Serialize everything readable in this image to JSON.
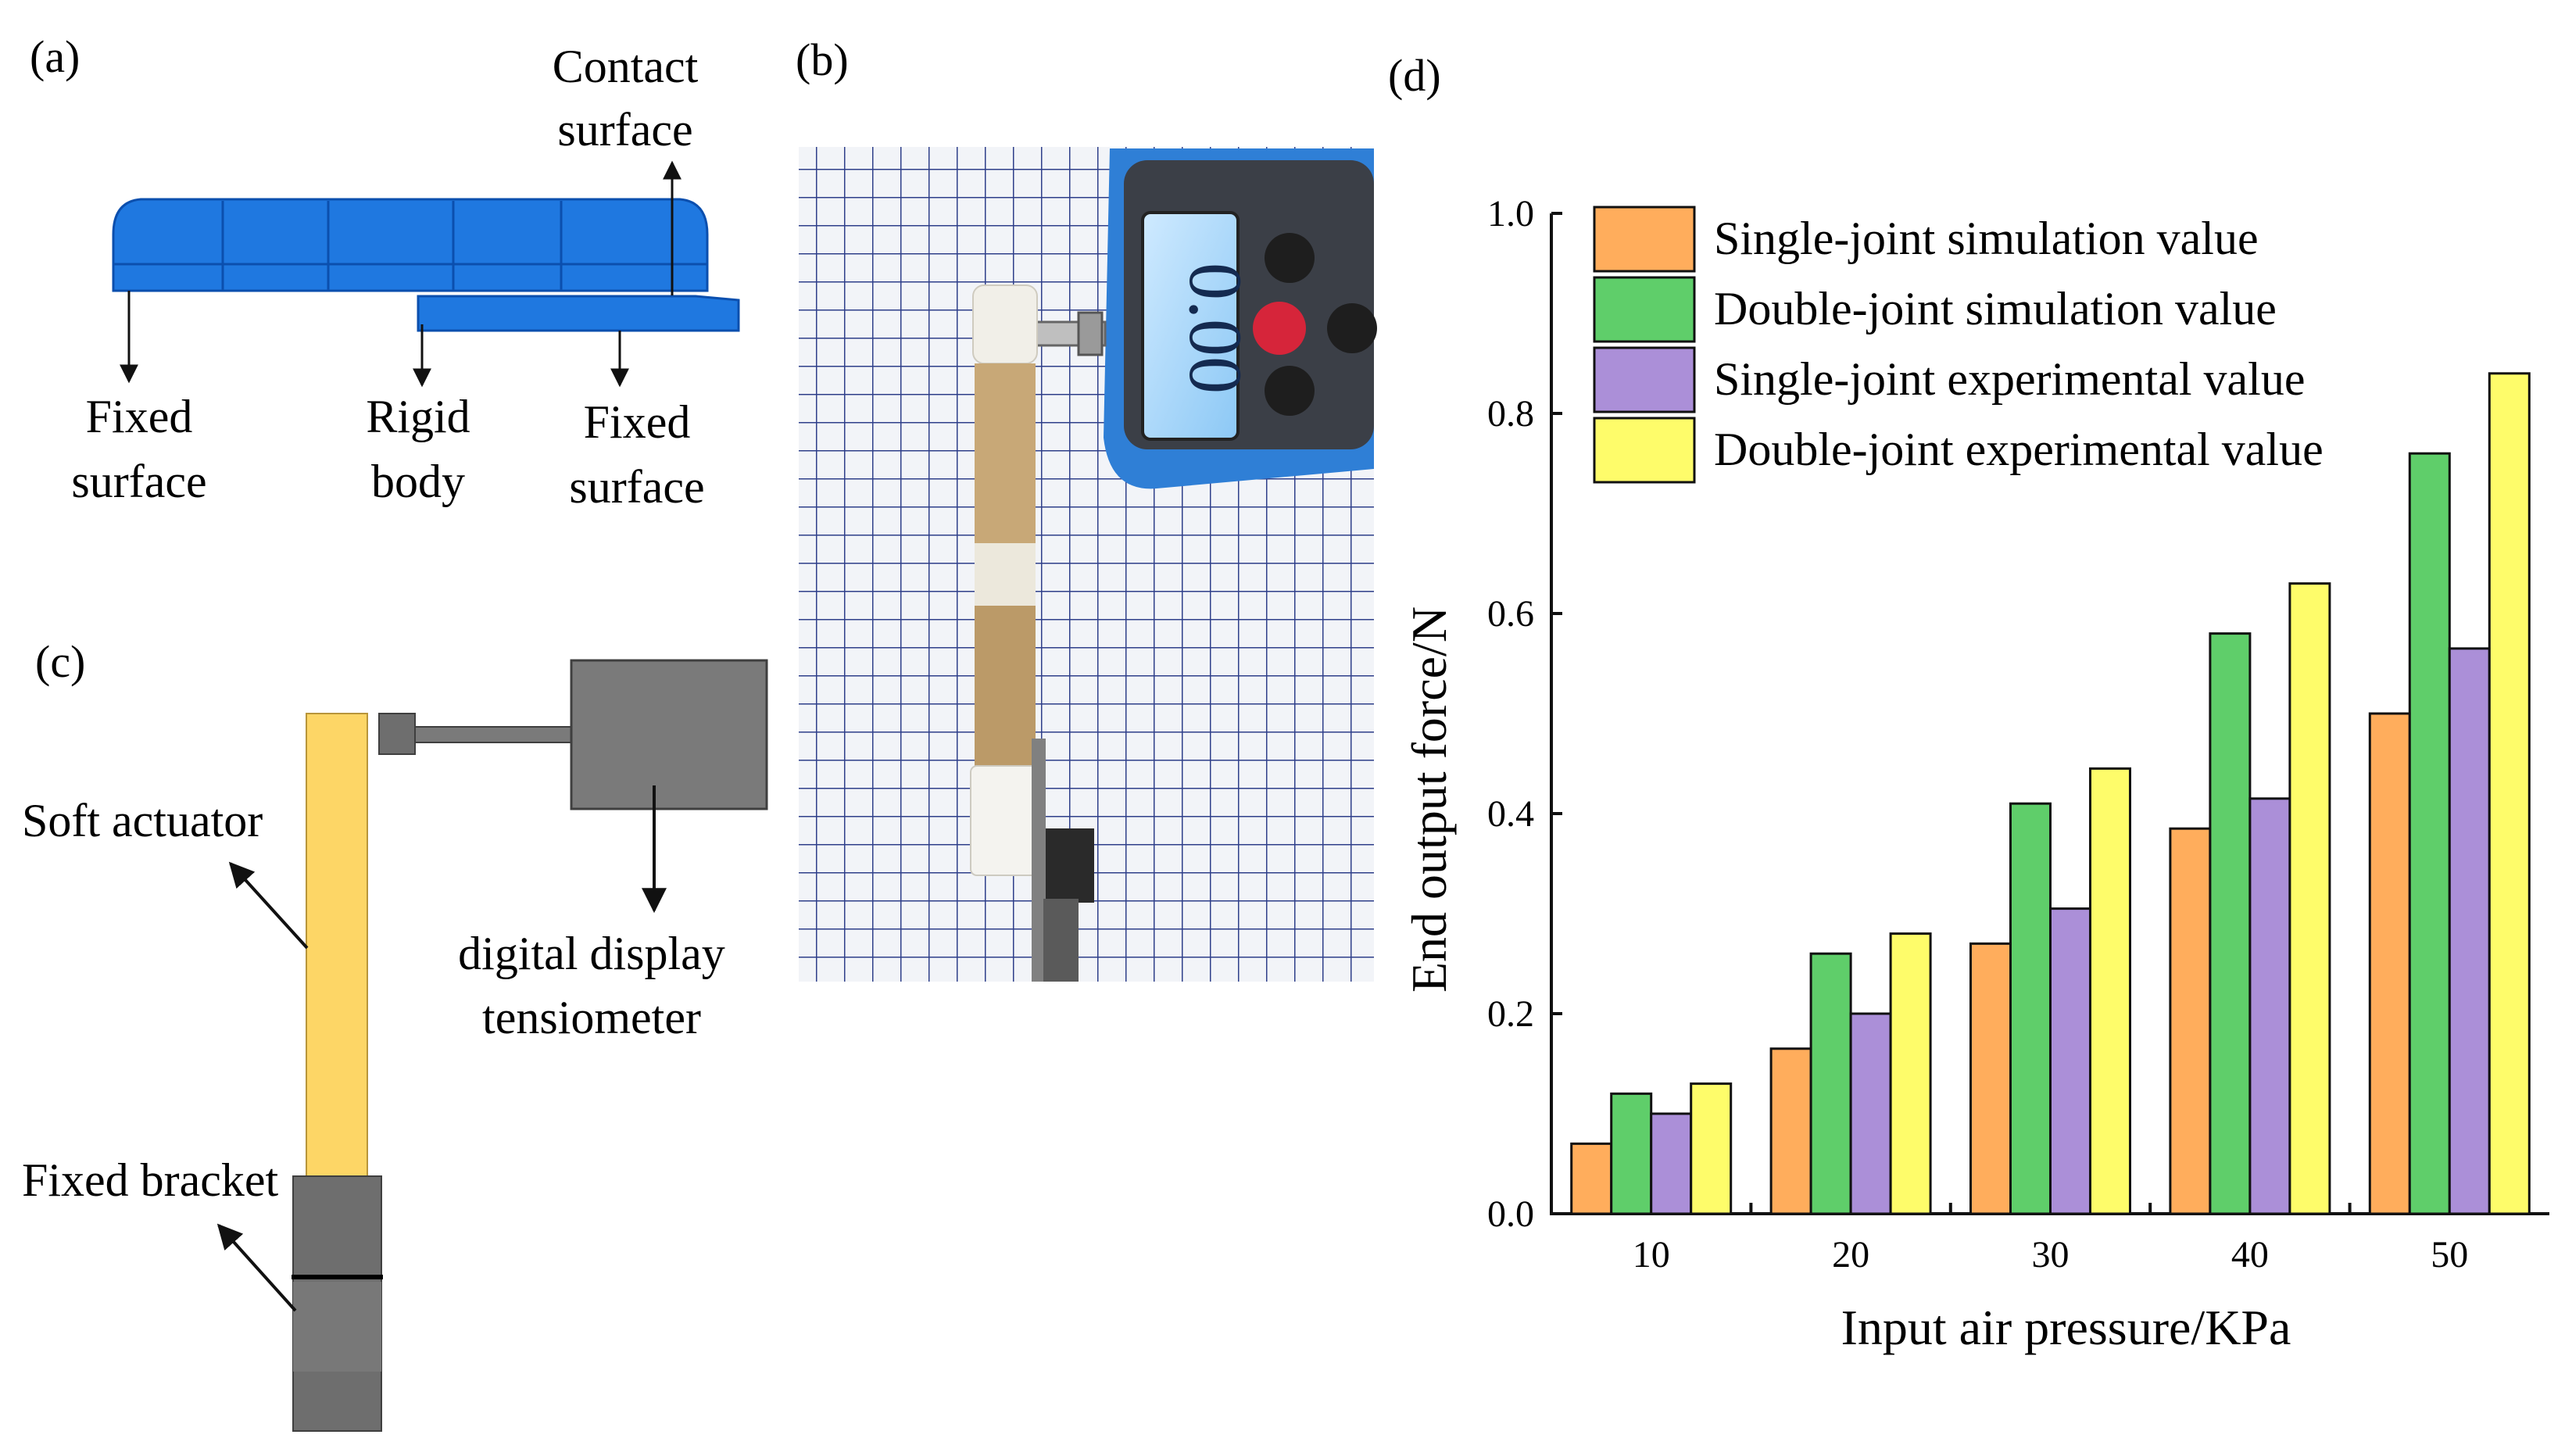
{
  "panels": {
    "a": {
      "label": "(a)",
      "contact_surface": [
        "Contact",
        "surface"
      ],
      "fixed_surface_left": [
        "Fixed",
        "surface"
      ],
      "rigid_body": [
        "Rigid",
        "body"
      ],
      "fixed_surface_right": [
        "Fixed",
        "surface"
      ],
      "colors": {
        "actuator": "#1f78e0",
        "actuator_edge": "#0b4fae"
      }
    },
    "b": {
      "label": "(b)",
      "display_reading": "0.00"
    },
    "c": {
      "label": "(c)",
      "soft_actuator": "Soft actuator",
      "fixed_bracket": "Fixed bracket",
      "tensiometer": [
        "digital display",
        "tensiometer"
      ],
      "colors": {
        "actuator": "#fdd666",
        "bracket": "#6e6e6e",
        "device": "#7a7a7a"
      }
    },
    "d": {
      "label": "(d)"
    }
  },
  "chart_data": {
    "type": "bar",
    "xlabel": "Input air pressure/KPa",
    "ylabel": "End output force/N",
    "categories": [
      "10",
      "20",
      "30",
      "40",
      "50"
    ],
    "ylim": [
      0,
      1.0
    ],
    "yticks": [
      "0.0",
      "0.2",
      "0.4",
      "0.6",
      "0.8",
      "1.0"
    ],
    "legend_position": "top-left",
    "grid": false,
    "series": [
      {
        "name": "Single-joint simulation value",
        "color": "#ffad5c",
        "values": [
          0.07,
          0.165,
          0.27,
          0.385,
          0.5
        ]
      },
      {
        "name": "Double-joint simulation value",
        "color": "#5fce6a",
        "values": [
          0.12,
          0.26,
          0.41,
          0.58,
          0.76
        ]
      },
      {
        "name": "Single-joint experimental value",
        "color": "#ab8fd8",
        "values": [
          0.1,
          0.2,
          0.305,
          0.415,
          0.565
        ]
      },
      {
        "name": "Double-joint experimental value",
        "color": "#fefc6a",
        "values": [
          0.13,
          0.28,
          0.445,
          0.63,
          0.84
        ]
      }
    ]
  }
}
